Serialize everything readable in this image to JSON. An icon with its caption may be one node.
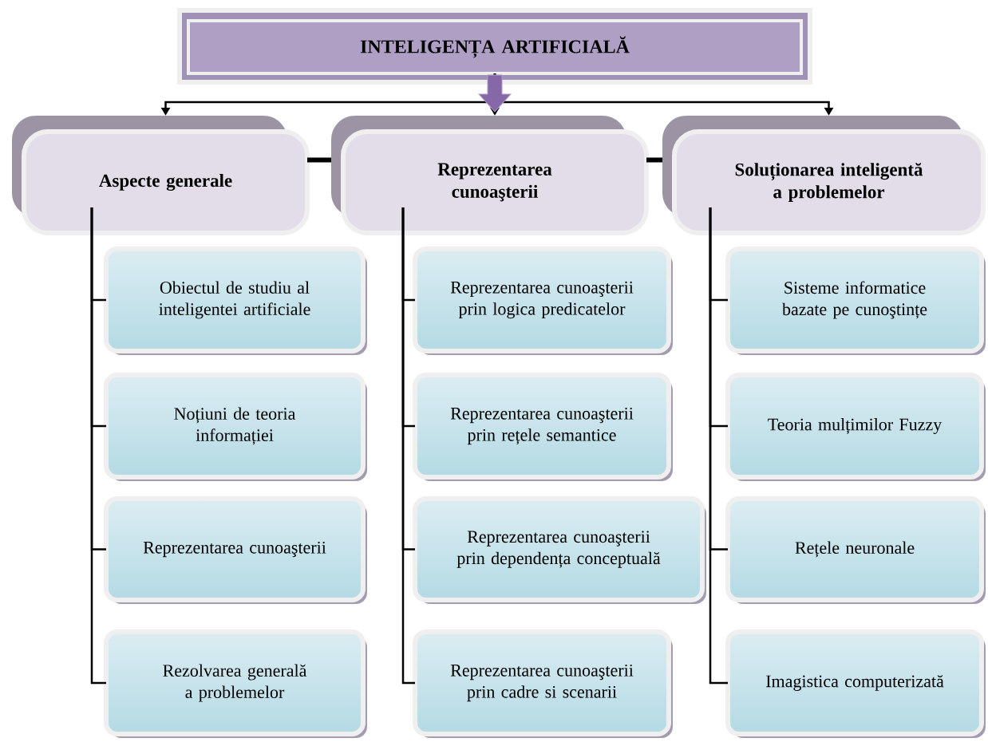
{
  "diagram": {
    "nodes": [
      {
        "text": [
          "INTELIGENȚA ARTIFICIALĂ"
        ]
      },
      {
        "text": [
          "Aspecte generale"
        ]
      },
      {
        "text": [
          "Reprezentarea cunoaşterii"
        ]
      },
      {
        "text": [
          "Soluționarea inteligentă a problemelor"
        ]
      },
      {
        "text": [
          "Obiectul de studiu al inteligentei artificiale"
        ]
      },
      {
        "text": [
          "Noțiuni de teoria informației"
        ]
      },
      {
        "text": [
          "Reprezentarea cunoaşterii"
        ]
      },
      {
        "text": [
          "Rezolvarea generală a problemelor"
        ]
      },
      {
        "text": [
          "Reprezentarea cunoaşterii prin logica predicatelor"
        ]
      },
      {
        "text": [
          "Reprezentarea cunoaşterii prin rețele semantice"
        ]
      },
      {
        "text": [
          "Reprezentarea cunoaşterii prin dependența conceptuală"
        ]
      },
      {
        "text": [
          "Reprezentarea cunoaşterii prin cadre si scenarii"
        ]
      },
      {
        "text": [
          "Sisteme informatice bazate pe cunoştințe"
        ]
      },
      {
        "text": [
          "Teoria mulțimilor Fuzzy"
        ]
      },
      {
        "text": [
          "Rețele neuronale"
        ]
      },
      {
        "text": [
          "Imagistica computerizată"
        ]
      }
    ],
    "edges": [
      {
        "from": 0,
        "to": 1,
        "arrow": "to"
      },
      {
        "from": 0,
        "to": 2,
        "arrow": "to"
      },
      {
        "from": 0,
        "to": 3,
        "arrow": "to"
      },
      {
        "from": 1,
        "to": 2,
        "arrow": "none",
        "style": "thick"
      },
      {
        "from": 2,
        "to": 3,
        "arrow": "none",
        "style": "thick"
      },
      {
        "from": 1,
        "to": 4,
        "arrow": "none"
      },
      {
        "from": 1,
        "to": 5,
        "arrow": "none"
      },
      {
        "from": 1,
        "to": 6,
        "arrow": "none"
      },
      {
        "from": 1,
        "to": 7,
        "arrow": "none"
      },
      {
        "from": 2,
        "to": 8,
        "arrow": "none"
      },
      {
        "from": 2,
        "to": 9,
        "arrow": "none"
      },
      {
        "from": 2,
        "to": 10,
        "arrow": "none"
      },
      {
        "from": 2,
        "to": 11,
        "arrow": "none"
      },
      {
        "from": 3,
        "to": 12,
        "arrow": "none"
      },
      {
        "from": 3,
        "to": 13,
        "arrow": "none"
      },
      {
        "from": 3,
        "to": 14,
        "arrow": "none"
      },
      {
        "from": 3,
        "to": 15,
        "arrow": "none"
      }
    ]
  }
}
